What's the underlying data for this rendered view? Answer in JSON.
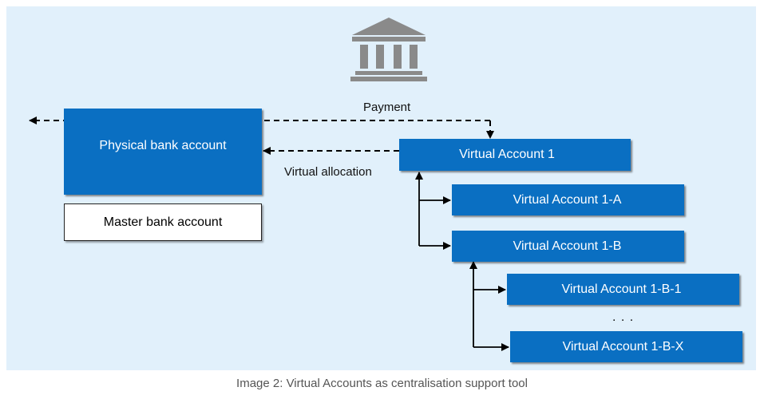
{
  "diagram": {
    "nodes": {
      "physical": "Physical bank account",
      "master": "Master bank account",
      "va1": "Virtual Account 1",
      "va1a": "Virtual Account 1-A",
      "va1b": "Virtual Account 1-B",
      "va1b1": "Virtual Account 1-B-1",
      "ellipsis": ". . .",
      "va1bx": "Virtual Account 1-B-X"
    },
    "edges": {
      "payment": "Payment",
      "allocation": "Virtual allocation"
    },
    "icon": "bank-building-icon",
    "colors": {
      "node": "#0a6fc2",
      "panel": "#e1f0fb",
      "icon": "#8a8a8a"
    }
  },
  "caption": "Image 2: Virtual Accounts as centralisation support tool"
}
